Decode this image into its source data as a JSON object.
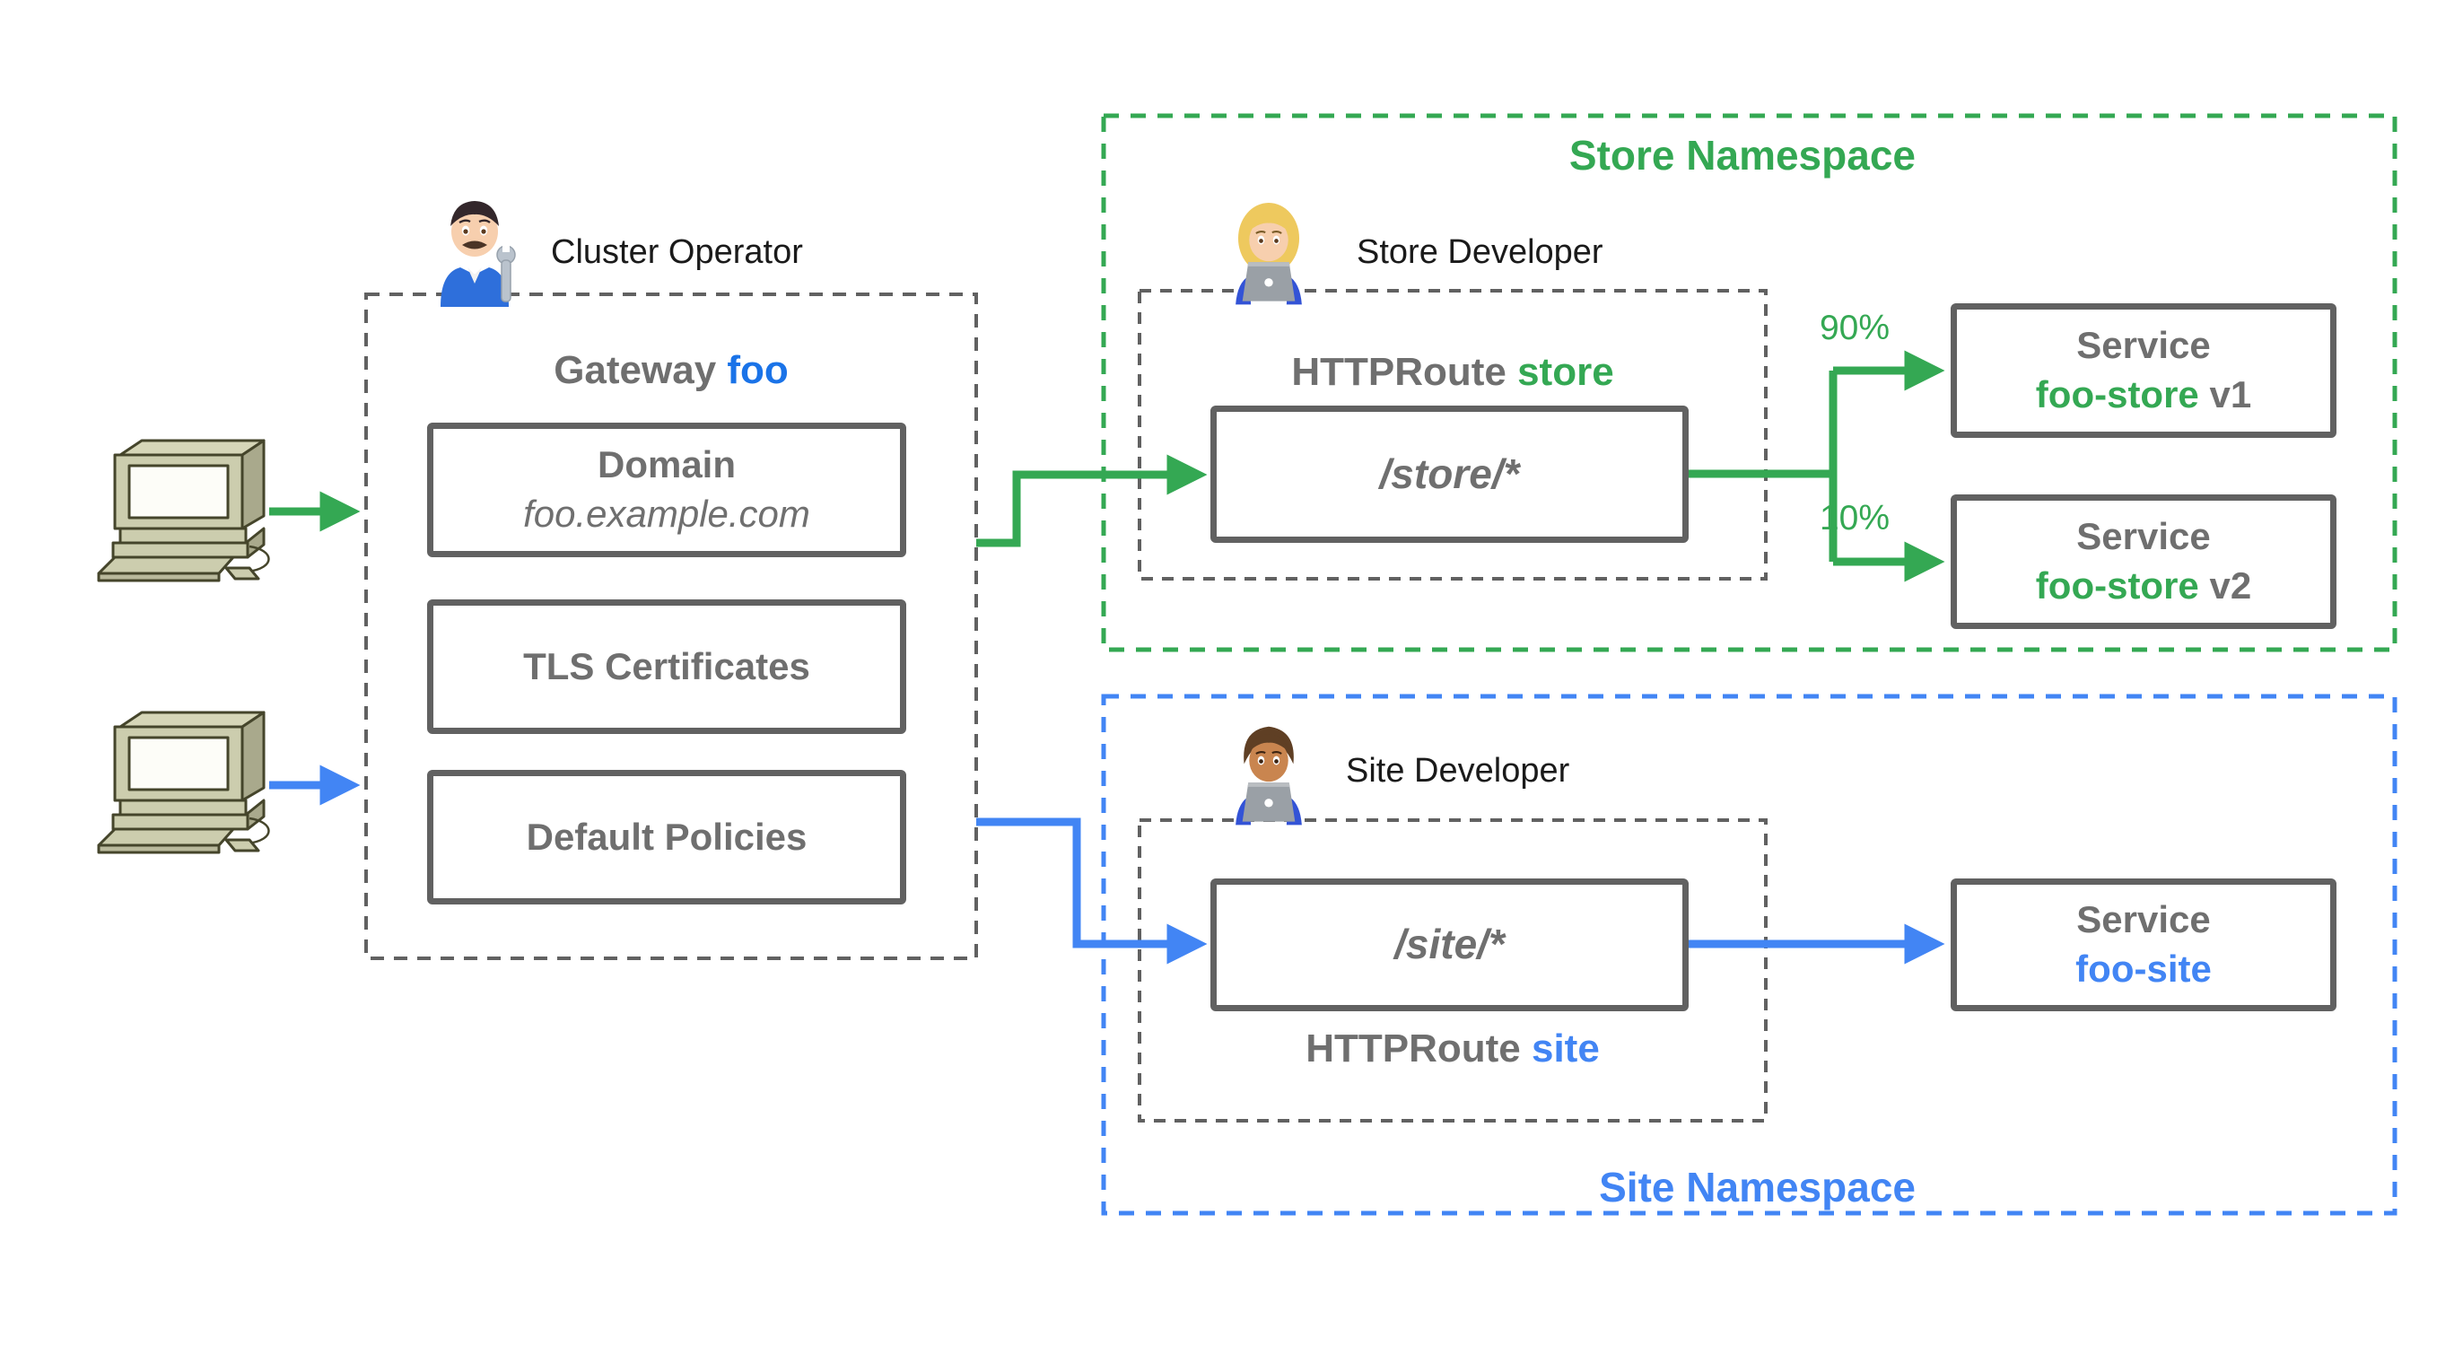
{
  "colors": {
    "green": "#34A853",
    "blue": "#4285F4",
    "foo_blue": "#1A73E8",
    "gray_border": "#616161",
    "gray_text": "#6F6F6F",
    "dark_text": "#1A1A1A"
  },
  "personas": {
    "cluster_operator": {
      "label": "Cluster Operator",
      "icon": "man-mechanic-emoji"
    },
    "store_developer": {
      "label": "Store Developer",
      "icon": "woman-technologist-emoji"
    },
    "site_developer": {
      "label": "Site Developer",
      "icon": "man-technologist-emoji"
    }
  },
  "clients": {
    "icon": "desktop-computer-icon",
    "store_client_arrow_color": "#34A853",
    "site_client_arrow_color": "#4285F4"
  },
  "gateway": {
    "title_prefix": "Gateway ",
    "title_name": "foo",
    "domain_box": {
      "title": "Domain",
      "value": "foo.example.com"
    },
    "tls_box": {
      "label": "TLS Certificates"
    },
    "policies_box": {
      "label": "Default Policies"
    }
  },
  "store_namespace": {
    "title": "Store Namespace",
    "httproute": {
      "prefix": "HTTPRoute ",
      "name": "store",
      "path": "/store/*"
    },
    "weights": {
      "v1": "90%",
      "v2": "10%"
    },
    "services": [
      {
        "kind": "Service",
        "name": "foo-store",
        "suffix": " v1"
      },
      {
        "kind": "Service",
        "name": "foo-store",
        "suffix": " v2"
      }
    ]
  },
  "site_namespace": {
    "title": "Site Namespace",
    "httproute": {
      "prefix": "HTTPRoute ",
      "name": "site",
      "path": "/site/*"
    },
    "service": {
      "kind": "Service",
      "name": "foo-site"
    }
  }
}
